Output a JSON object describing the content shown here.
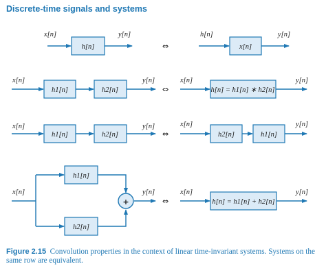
{
  "header": {
    "title": "Discrete-time signals and systems"
  },
  "colors": {
    "accent": "#1f78b4",
    "box_fill": "#dcebf7",
    "box_stroke": "#1f78b4",
    "text": "#1a1a1a"
  },
  "equivalence_symbol": "⇔",
  "rows": [
    {
      "left": {
        "input": "x[n]",
        "output": "y[n]",
        "blocks": [
          "h[n]"
        ]
      },
      "right": {
        "input": "h[n]",
        "output": "y[n]",
        "blocks": [
          "x[n]"
        ]
      }
    },
    {
      "left": {
        "input": "x[n]",
        "output": "y[n]",
        "blocks": [
          "h1[n]",
          "h2[n]"
        ]
      },
      "right": {
        "input": "x[n]",
        "output": "y[n]",
        "blocks": [
          "h[n] = h1[n] ∗ h2[n]"
        ]
      }
    },
    {
      "left": {
        "input": "x[n]",
        "output": "y[n]",
        "blocks": [
          "h1[n]",
          "h2[n]"
        ]
      },
      "right": {
        "input": "x[n]",
        "output": "y[n]",
        "blocks": [
          "h2[n]",
          "h1[n]"
        ]
      }
    },
    {
      "left": {
        "input": "x[n]",
        "output": "y[n]",
        "blocks": [
          "h1[n]",
          "h2[n]"
        ],
        "adder": "+"
      },
      "right": {
        "input": "x[n]",
        "output": "y[n]",
        "blocks": [
          "h[n] = h1[n] + h2[n]"
        ]
      }
    }
  ],
  "caption": {
    "label": "Figure 2.15",
    "text": "Convolution properties in the context of linear time-invariant systems. Systems on the same row are equivalent."
  }
}
